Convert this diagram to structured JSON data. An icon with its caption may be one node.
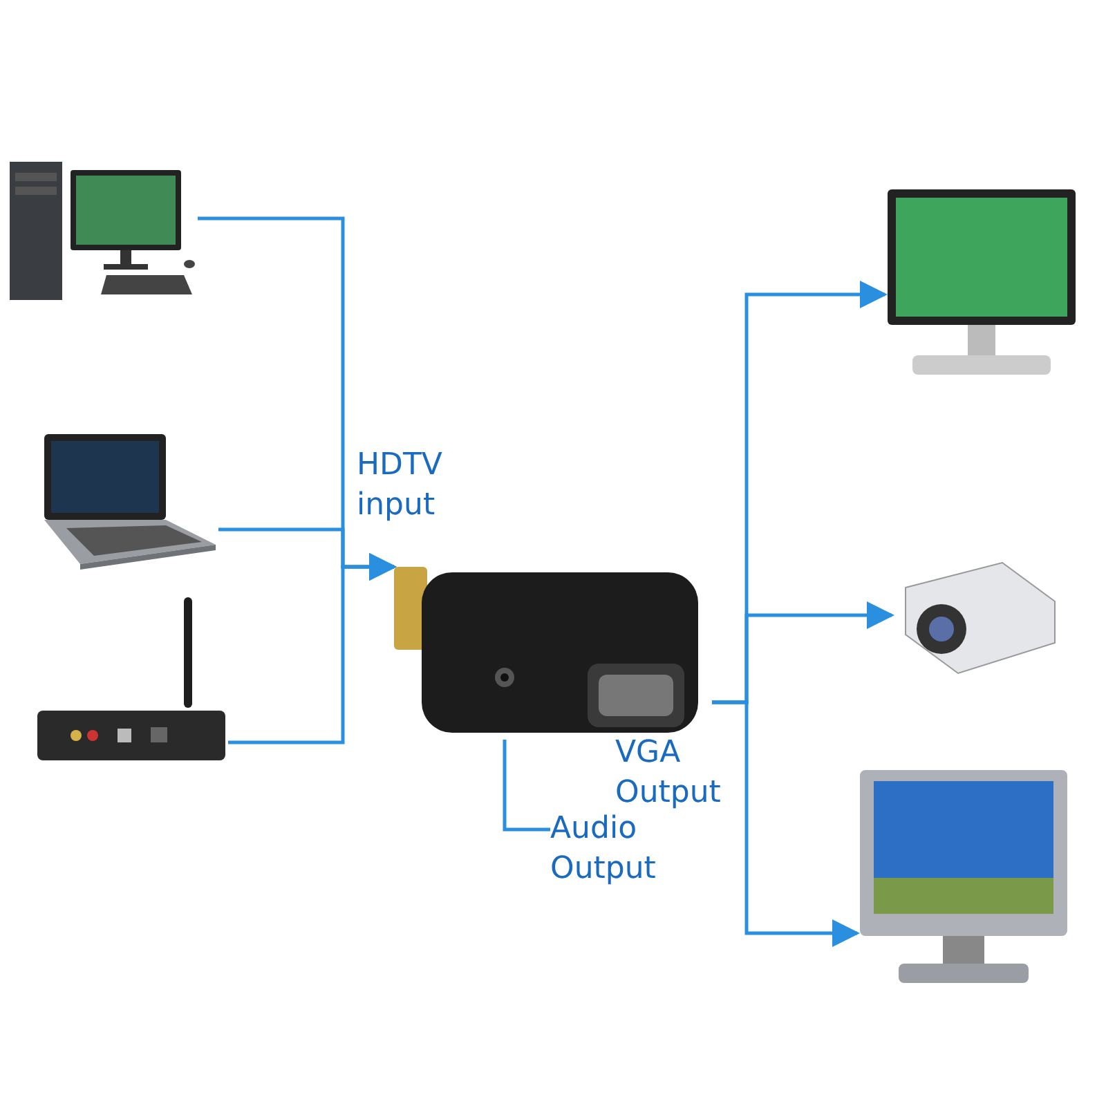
{
  "diagram": {
    "nodes": [
      {
        "text": [],
        "shape": "picture"
      },
      {
        "text": [],
        "shape": "picture"
      },
      {
        "text": [],
        "shape": "picture"
      },
      {
        "text": [],
        "shape": "picture"
      },
      {
        "text": [],
        "shape": "picture"
      },
      {
        "text": [],
        "shape": "picture"
      },
      {
        "text": [],
        "shape": "picture"
      },
      {
        "text": [
          "Audio Output"
        ]
      }
    ],
    "edges": [
      {
        "from": 0,
        "to": 3,
        "arrow": "to"
      },
      {
        "from": 1,
        "to": 3,
        "arrow": "to"
      },
      {
        "from": 2,
        "to": 3,
        "arrow": "to"
      },
      {
        "from": 3,
        "to": 4,
        "arrow": "to"
      },
      {
        "from": 3,
        "to": 5,
        "arrow": "to"
      },
      {
        "from": 3,
        "to": 6,
        "arrow": "to"
      },
      {
        "from": 7,
        "to": 3,
        "arrow": "none"
      }
    ],
    "labels": [
      "HDTV input",
      "VGA Output"
    ]
  }
}
